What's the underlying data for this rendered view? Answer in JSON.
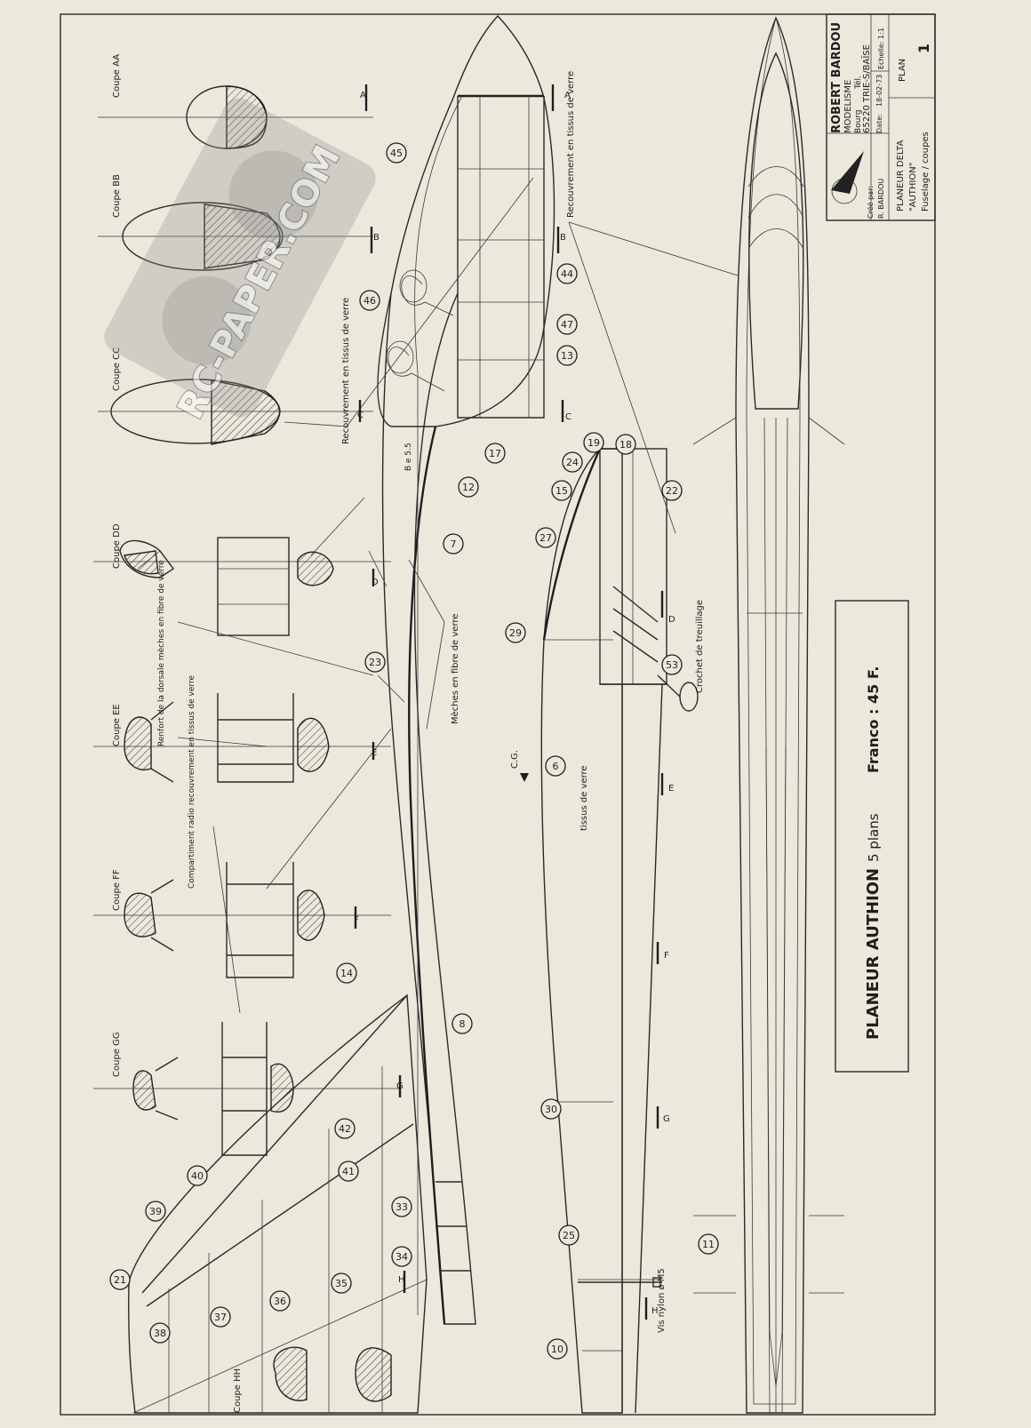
{
  "title_block": {
    "author": "ROBERT BARDOU",
    "shop": "MODELISME",
    "address_1": "Bourg",
    "address_2": "65220 TRIE-S/BAÏSE",
    "phone_label": "Tél.",
    "scale_label": "Echelle: 1:1",
    "date_label": "Date:",
    "date_value": "18-02-73",
    "created_label": "Créé par:",
    "created_value": "R. BARDOU",
    "plan_label": "PLAN",
    "plan_number": "1",
    "desc_1": "PLANEUR DELTA",
    "desc_2": "\"AUTHION\"",
    "desc_3": "Fuselage / coupes"
  },
  "banner": {
    "name": "PLANEUR AUTHION",
    "plans": "5 plans",
    "price": "Franco : 45 F."
  },
  "watermark": "RC-PAPER.COM",
  "sections": {
    "aa": "Coupe AA",
    "bb": "Coupe BB",
    "cc": "Coupe CC",
    "dd": "Coupe DD",
    "ee": "Coupe EE",
    "ff": "Coupe FF",
    "gg": "Coupe GG",
    "hh": "Coupe HH"
  },
  "notes": {
    "glass_cover_1": "Recouvrement en tissus de verre",
    "glass_cover_2": "Recouvrement en tissus de verre",
    "wicks": "Mèches en fibre de verre",
    "dorsal": "Renfort de la dorsale mèches en fibre de verre",
    "radio": "Compartiment radio recouvrement en tissus de verre",
    "hook": "Crochet de treuillage",
    "screw": "Vis nylon ø M5",
    "cloth": "tissus de verre",
    "cg": "C.G.",
    "balsa": "B e 5.5"
  },
  "section_letters": [
    "A",
    "B",
    "C",
    "D",
    "E",
    "F",
    "G",
    "H"
  ],
  "parts": [
    "45",
    "46",
    "44",
    "47",
    "13",
    "17",
    "12",
    "7",
    "19",
    "24",
    "18",
    "15",
    "27",
    "22",
    "23",
    "29",
    "53",
    "6",
    "14",
    "8",
    "42",
    "40",
    "39",
    "21",
    "41",
    "33",
    "38",
    "37",
    "36",
    "35",
    "34",
    "30",
    "25",
    "10",
    "11"
  ]
}
